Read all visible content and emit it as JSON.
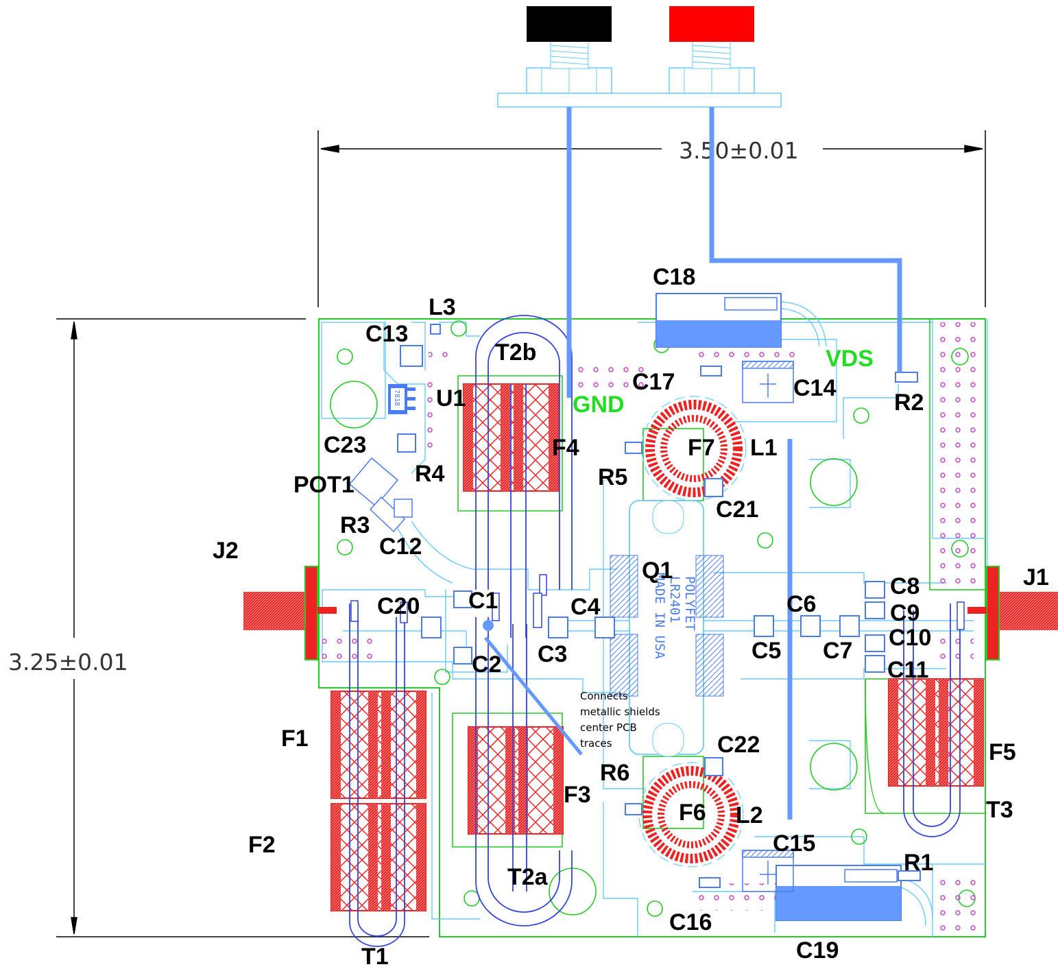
{
  "dimensions": {
    "width": "3.50±0.01",
    "height": "3.25±0.01"
  },
  "net_labels": {
    "gnd": "GND",
    "vds": "VDS"
  },
  "annotation": {
    "line1": "Connects",
    "line2": "metallic shields",
    "line3": "center PCB",
    "line4": "traces"
  },
  "chip_marking": {
    "line1": "POLYFET",
    "line2": "LR2401",
    "line3": "MADE IN USA"
  },
  "u1_marking": "7818",
  "labels": {
    "C18": "C18",
    "L3": "L3",
    "C13": "C13",
    "T2b": "T2b",
    "U1": "U1",
    "C17": "C17",
    "C14": "C14",
    "R2": "R2",
    "C23": "C23",
    "F4": "F4",
    "F7": "F7",
    "L1": "L1",
    "POT1": "POT1",
    "R4": "R4",
    "R5": "R5",
    "C21": "C21",
    "J2": "J2",
    "R3": "R3",
    "C12": "C12",
    "Q1": "Q1",
    "C8": "C8",
    "J1": "J1",
    "C20": "C20",
    "C1": "C1",
    "C4": "C4",
    "C6": "C6",
    "C9": "C9",
    "C10": "C10",
    "C2": "C2",
    "C3": "C3",
    "C5": "C5",
    "C7": "C7",
    "C11": "C11",
    "F1": "F1",
    "C22": "C22",
    "F5": "F5",
    "R6": "R6",
    "F3": "F3",
    "F6": "F6",
    "L2": "L2",
    "T3": "T3",
    "F2": "F2",
    "C15": "C15",
    "R1": "R1",
    "T2a": "T2a",
    "C16": "C16",
    "T1": "T1",
    "C19": "C19"
  },
  "colors": {
    "board_outline": "#22cc22",
    "traces": "#66ccff",
    "wire": "#6699ff",
    "ferrite": "#ee2222",
    "pad": "#4a7cf0",
    "via": "#cc44cc",
    "terminal_gnd": "#000000",
    "terminal_vds": "#ff0000"
  }
}
